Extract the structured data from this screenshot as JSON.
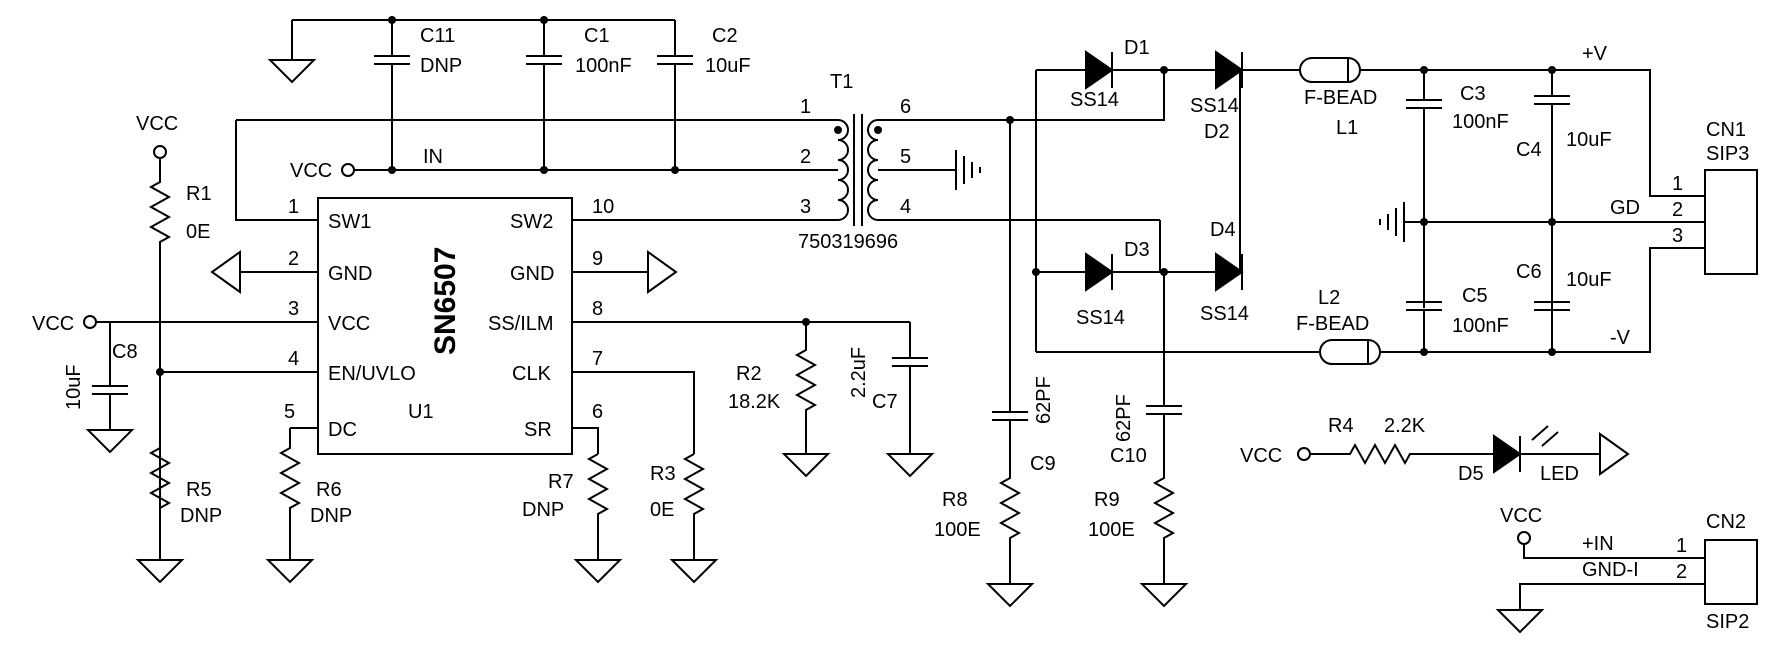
{
  "colors": {
    "wire": "#000000",
    "background": "#ffffff"
  },
  "ic": {
    "part": "SN6507",
    "ref": "U1",
    "pins": [
      {
        "num": "1",
        "name": "SW1"
      },
      {
        "num": "2",
        "name": "GND"
      },
      {
        "num": "3",
        "name": "VCC"
      },
      {
        "num": "4",
        "name": "EN/UVLO"
      },
      {
        "num": "5",
        "name": "DC"
      },
      {
        "num": "6",
        "name": "SR"
      },
      {
        "num": "7",
        "name": "CLK"
      },
      {
        "num": "8",
        "name": "SS/ILM"
      },
      {
        "num": "9",
        "name": "GND"
      },
      {
        "num": "10",
        "name": "SW2"
      }
    ]
  },
  "transformer": {
    "ref": "T1",
    "part": "750319696",
    "pins": [
      "1",
      "2",
      "3",
      "4",
      "5",
      "6"
    ]
  },
  "net_labels": {
    "vcc": "VCC",
    "in": "IN",
    "plus_v": "+V",
    "gd": "GD",
    "minus_v": "-V",
    "plus_in": "+IN",
    "gnd_i": "GND-I"
  },
  "capacitors": {
    "c11": {
      "ref": "C11",
      "value": "DNP"
    },
    "c1": {
      "ref": "C1",
      "value": "100nF"
    },
    "c2": {
      "ref": "C2",
      "value": "10uF"
    },
    "c8": {
      "ref": "C8",
      "value": "10uF"
    },
    "c7": {
      "ref": "C7",
      "value": "2.2uF"
    },
    "c9": {
      "ref": "C9",
      "value": "62PF"
    },
    "c10": {
      "ref": "C10",
      "value": "62PF"
    },
    "c3": {
      "ref": "C3",
      "value": "100nF"
    },
    "c4": {
      "ref": "C4",
      "value": "10uF"
    },
    "c5": {
      "ref": "C5",
      "value": "100nF"
    },
    "c6": {
      "ref": "C6",
      "value": "10uF"
    }
  },
  "resistors": {
    "r1": {
      "ref": "R1",
      "value": "0E"
    },
    "r5": {
      "ref": "R5",
      "value": "DNP"
    },
    "r6": {
      "ref": "R6",
      "value": "DNP"
    },
    "r7": {
      "ref": "R7",
      "value": "DNP"
    },
    "r3": {
      "ref": "R3",
      "value": "0E"
    },
    "r2": {
      "ref": "R2",
      "value": "18.2K"
    },
    "r8": {
      "ref": "R8",
      "value": "100E"
    },
    "r9": {
      "ref": "R9",
      "value": "100E"
    },
    "r4": {
      "ref": "R4",
      "value": "2.2K"
    }
  },
  "diodes": {
    "d1": {
      "ref": "D1",
      "value": "SS14"
    },
    "d2": {
      "ref": "D2",
      "value": "SS14"
    },
    "d3": {
      "ref": "D3",
      "value": "SS14"
    },
    "d4": {
      "ref": "D4",
      "value": "SS14"
    },
    "d5": {
      "ref": "D5",
      "value": "LED"
    }
  },
  "inductors": {
    "l1": {
      "ref": "L1",
      "value": "F-BEAD"
    },
    "l2": {
      "ref": "L2",
      "value": "F-BEAD"
    }
  },
  "connectors": {
    "cn1": {
      "ref": "CN1",
      "part": "SIP3",
      "pins": [
        "1",
        "2",
        "3"
      ]
    },
    "cn2": {
      "ref": "CN2",
      "part": "SIP2",
      "pins": [
        "1",
        "2"
      ]
    }
  }
}
